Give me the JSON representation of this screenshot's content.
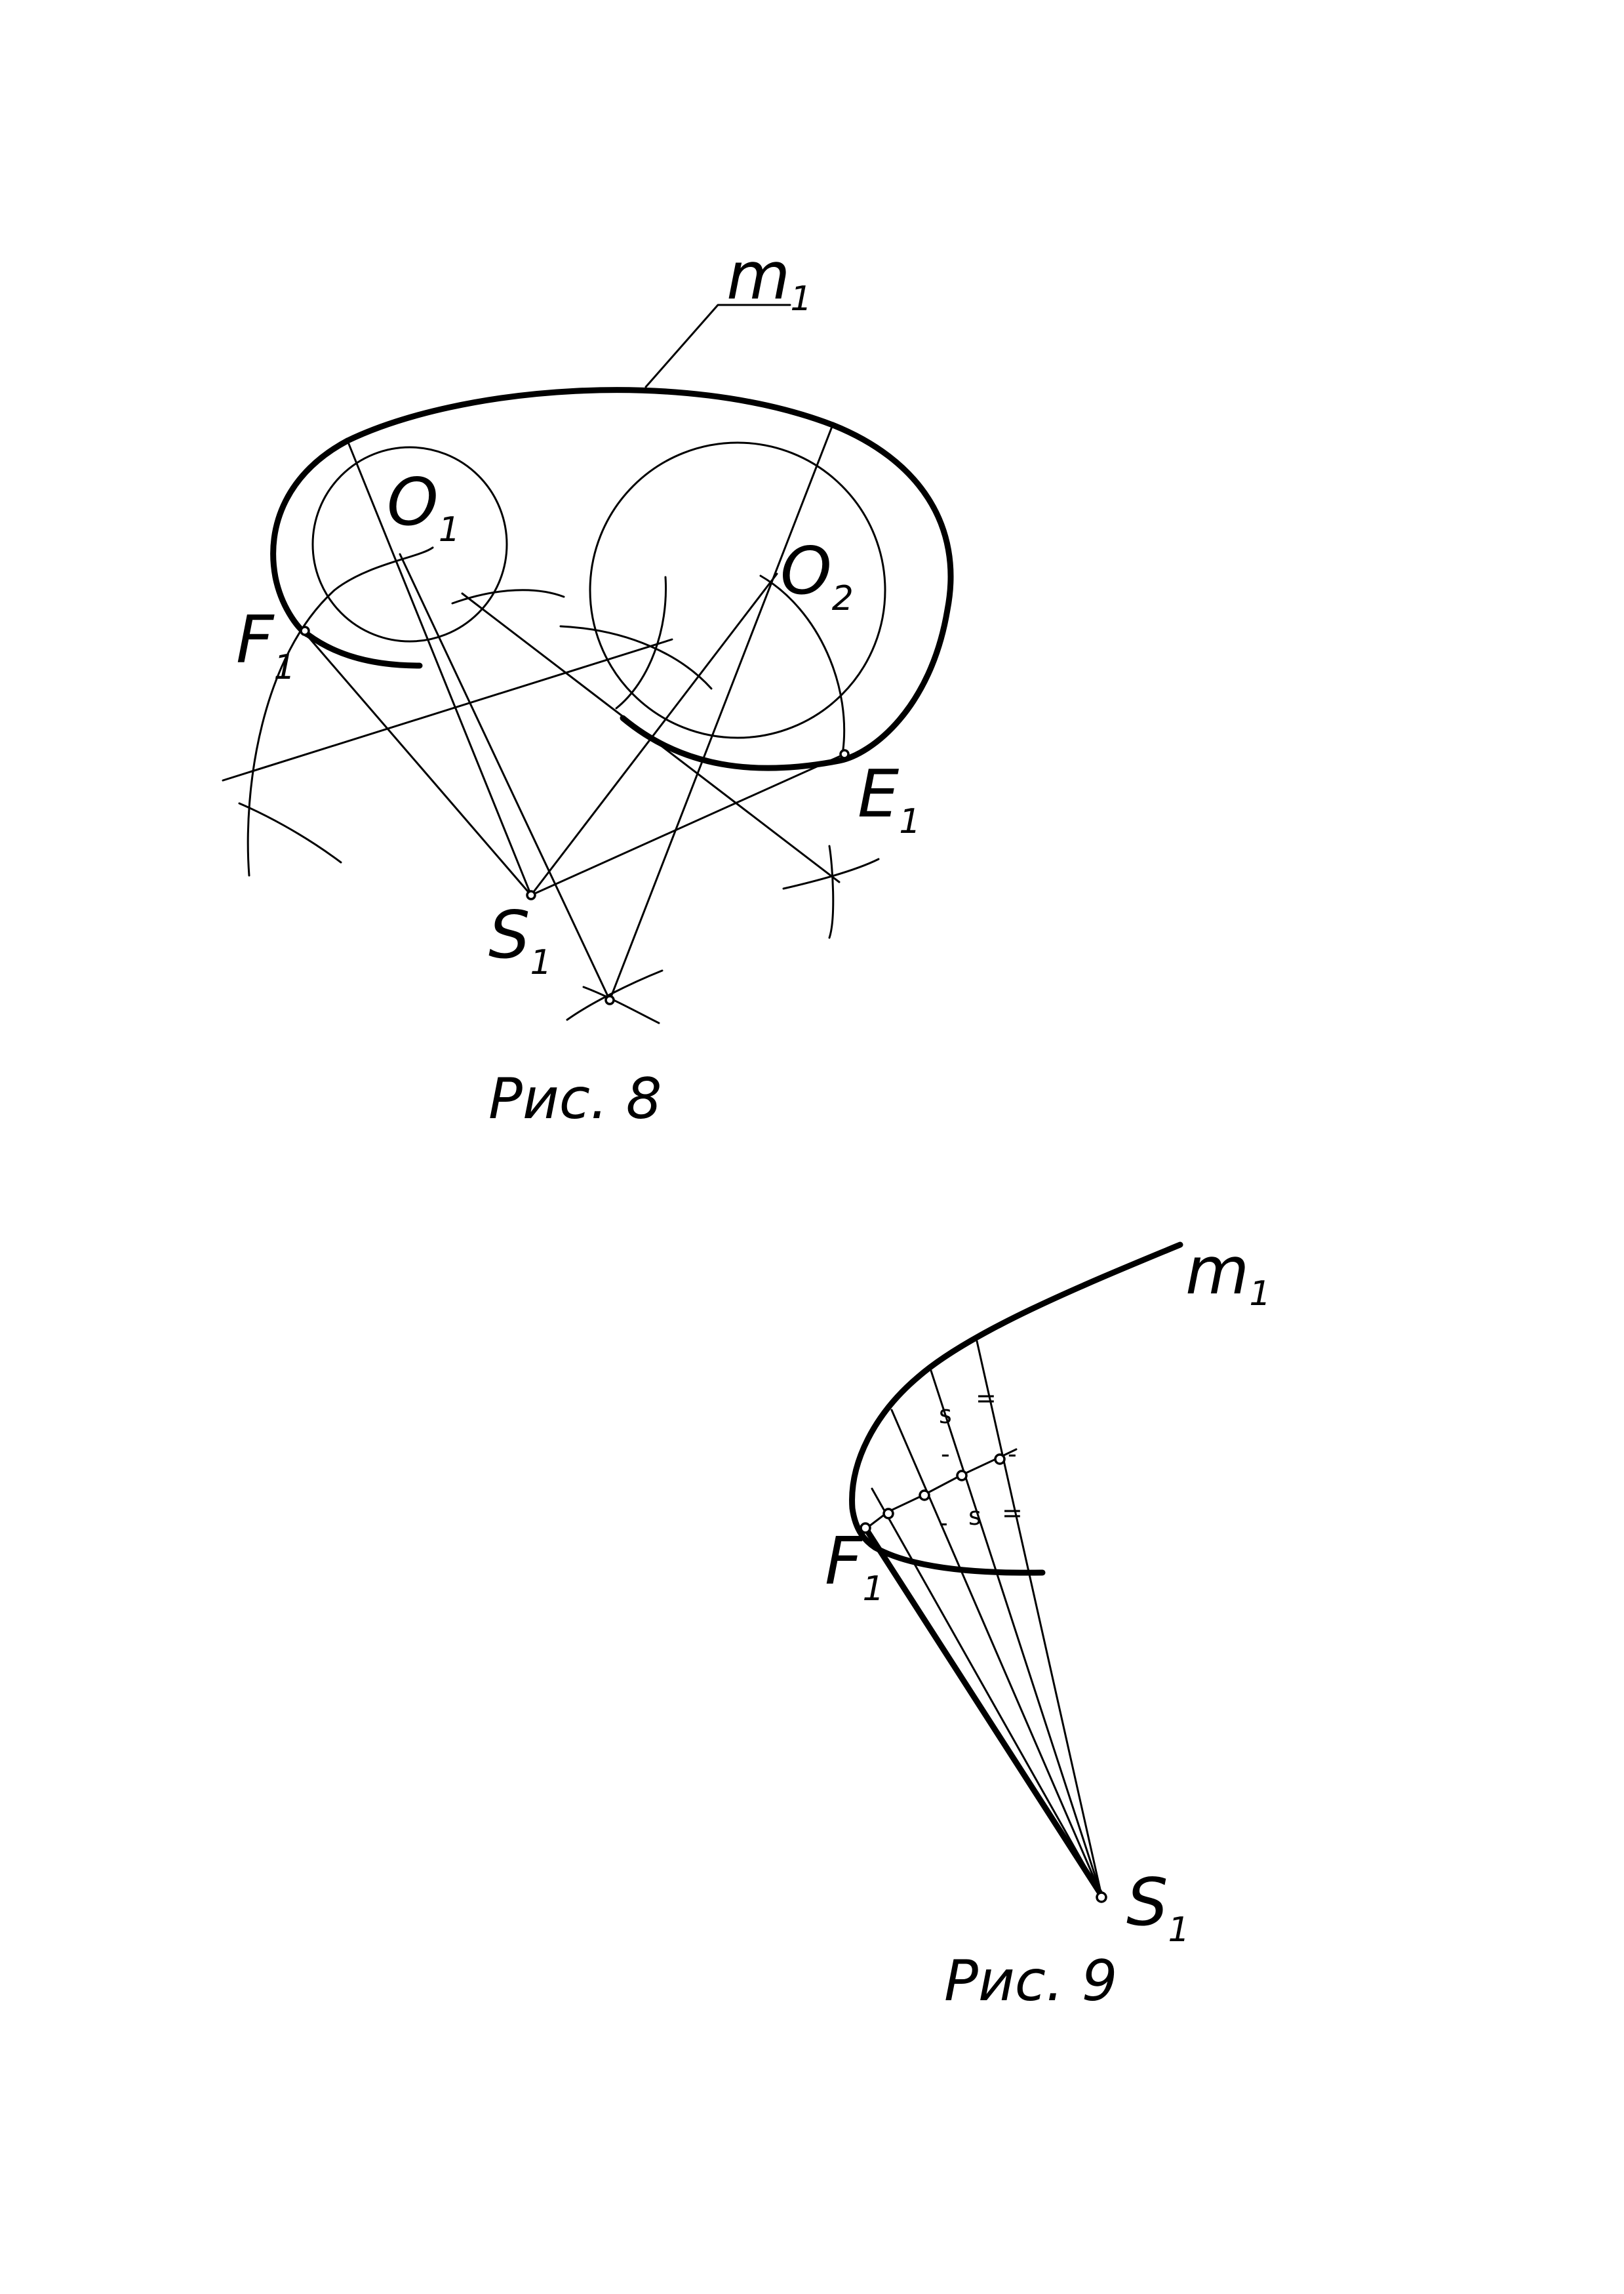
{
  "figure8": {
    "caption": "Рис. 8",
    "curve_label": {
      "main": "m",
      "sub": "1"
    },
    "points": {
      "O1": {
        "main": "O",
        "sub": "1"
      },
      "O2": {
        "main": "O",
        "sub": "2"
      },
      "F1": {
        "main": "F",
        "sub": "1"
      },
      "E1": {
        "main": "E",
        "sub": "1"
      },
      "S1": {
        "main": "S",
        "sub": "1"
      }
    }
  },
  "figure9": {
    "caption": "Рис. 9",
    "curve_label": {
      "main": "m",
      "sub": "1"
    },
    "points": {
      "F1": {
        "main": "F",
        "sub": "1"
      },
      "S1": {
        "main": "S",
        "sub": "1"
      }
    }
  }
}
